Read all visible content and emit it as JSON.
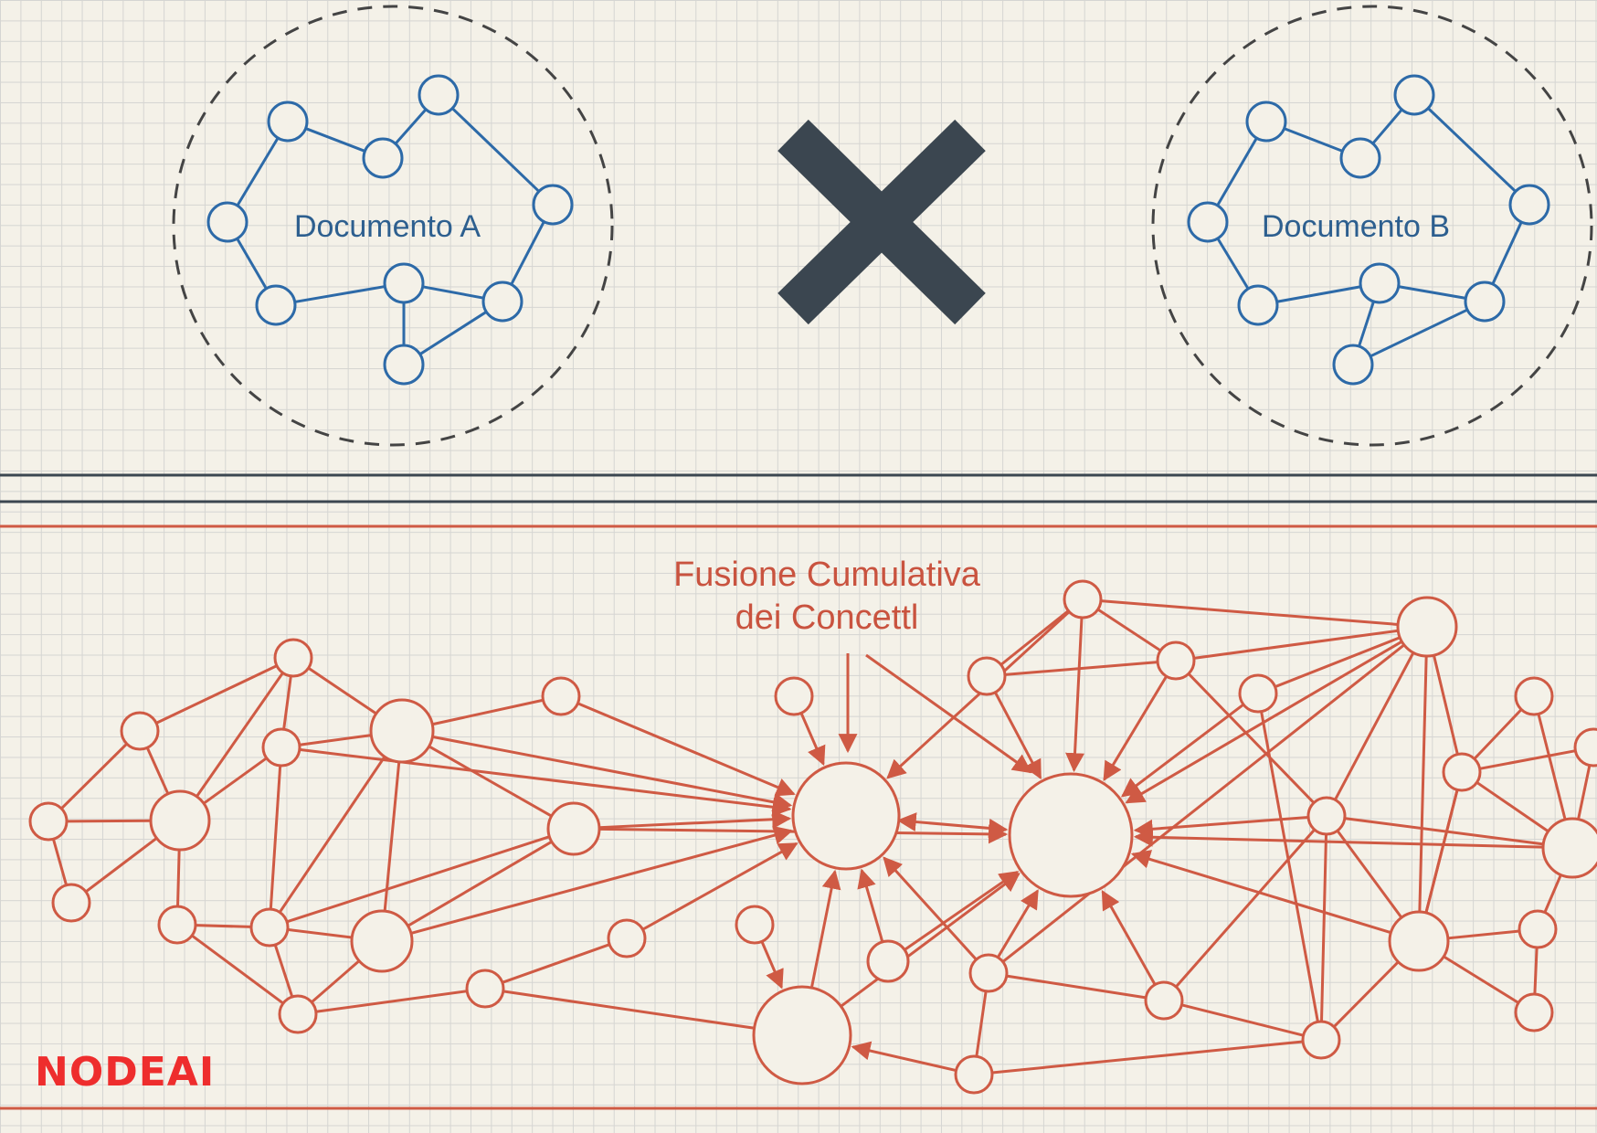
{
  "doc_a": {
    "label": "Documento A"
  },
  "doc_b": {
    "label": "Documento B"
  },
  "fusion": {
    "line1": "Fusione Cumulativa",
    "line2": "dei Concettl"
  },
  "brand": {
    "label": "NODEAI"
  },
  "colors": {
    "background": "#f4f1e8",
    "grid": "#d5d5d2",
    "document_graph": "#2d6aa8",
    "cross": "#3b4650",
    "fusion_network": "#cf5a44",
    "brand": "#ee2d2d"
  },
  "icons": {
    "separator": "cross-icon"
  }
}
